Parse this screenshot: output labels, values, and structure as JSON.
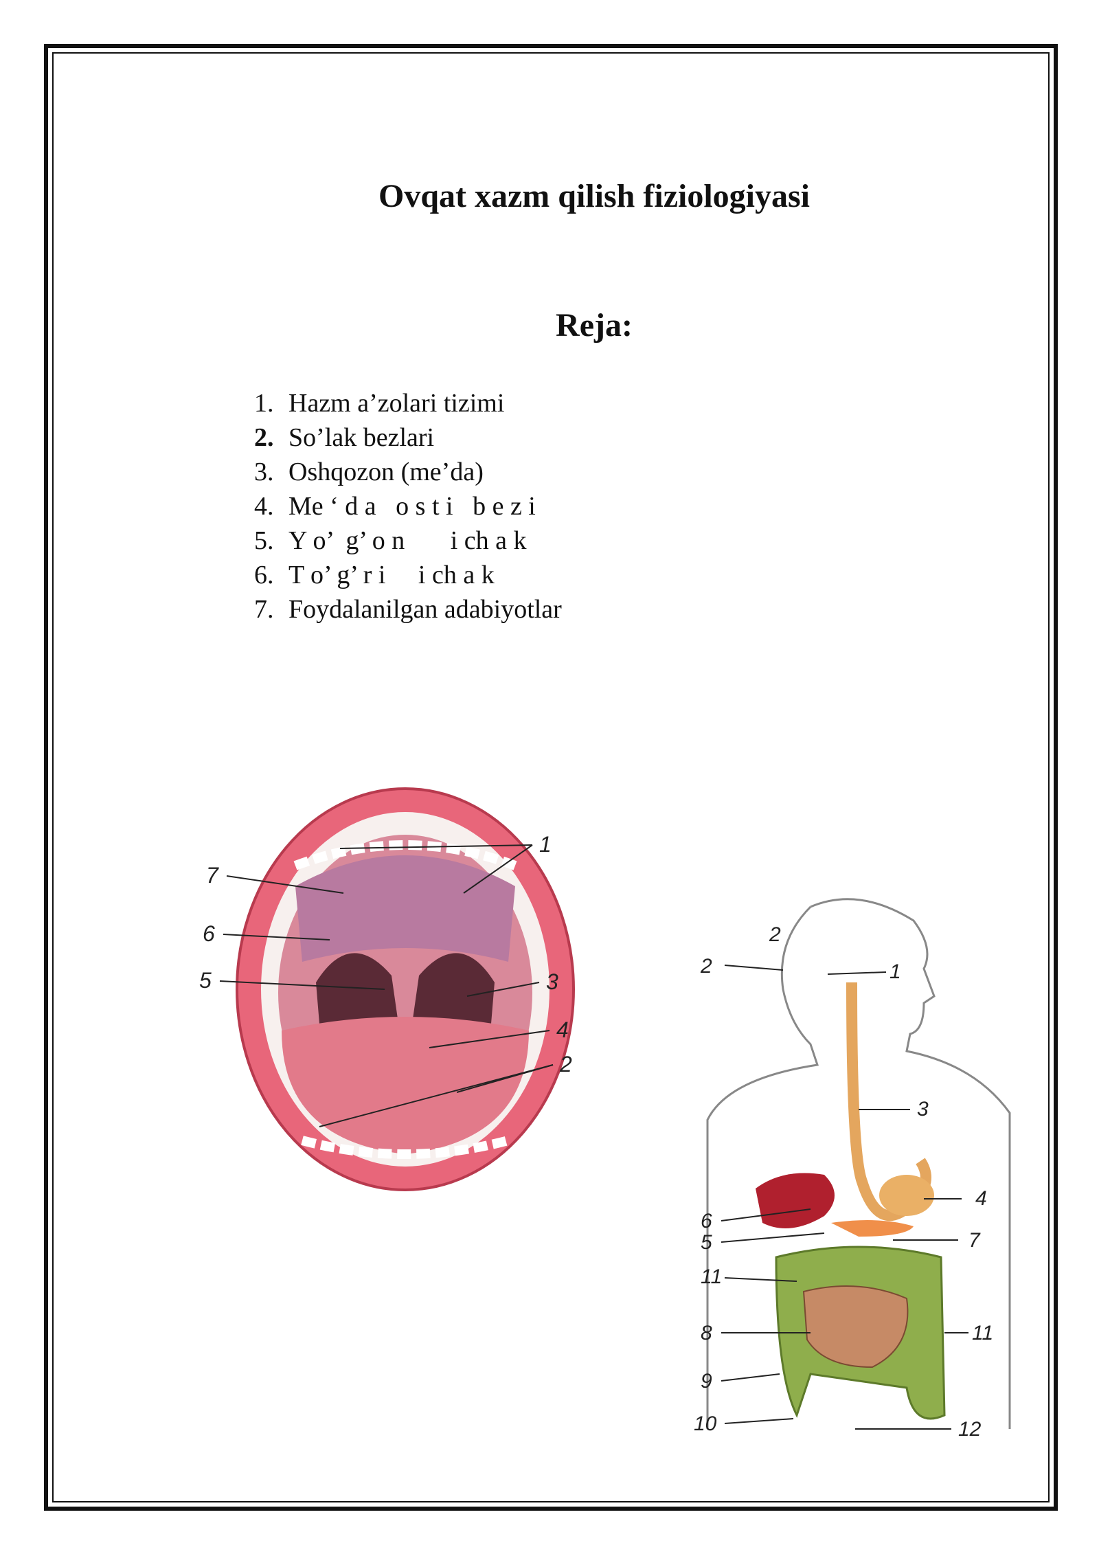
{
  "document": {
    "title": "Ovqat xazm qilish fiziologiyasi",
    "subtitle": "Reja:",
    "plan": [
      {
        "num": "1.",
        "text": "Hazm a’zolari tizimi",
        "bold": false
      },
      {
        "num": "2.",
        "text": "So’lak bezlari",
        "bold": true
      },
      {
        "num": "3.",
        "text": "Oshqozon (me’da)",
        "bold": false
      },
      {
        "num": "4.",
        "text": "Me ‘ d a   o s t i   b e z i",
        "bold": false
      },
      {
        "num": "5.",
        "text": "Y o’  g’ o n       i ch a k",
        "bold": false
      },
      {
        "num": "6.",
        "text": "T o’ g’ r i     i ch a k",
        "bold": false
      },
      {
        "num": "7.",
        "text": "Foydalanilgan adabiyotlar",
        "bold": false
      }
    ]
  },
  "mouth_labels": [
    "1",
    "7",
    "6",
    "5",
    "3",
    "4",
    "2"
  ],
  "body_labels": [
    "2",
    "1",
    "3",
    "4",
    "6",
    "5",
    "7",
    "11",
    "8",
    "11",
    "9",
    "10",
    "12"
  ]
}
